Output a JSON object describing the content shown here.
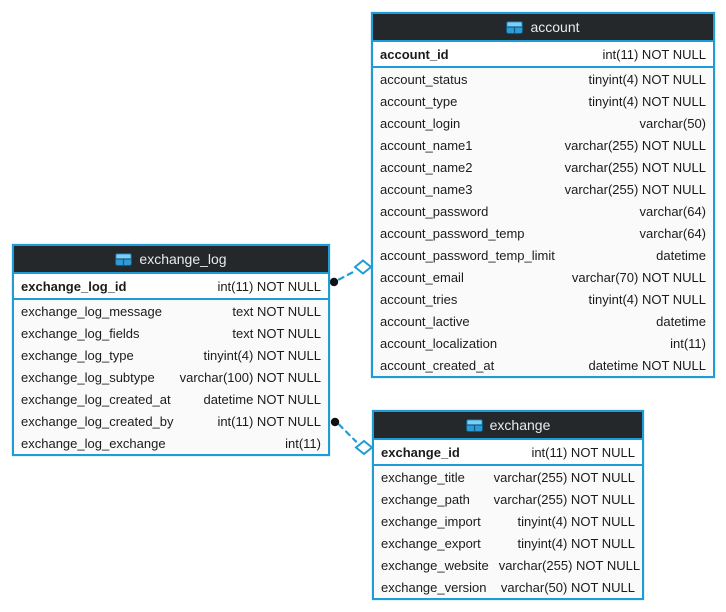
{
  "diagram_type": "database-er-diagram",
  "colors": {
    "accent_blue": "#1e9cd8",
    "header_bg": "#24282b",
    "header_text": "#e9ebec",
    "row_bg": "#fafafa",
    "pk_row_bg": "#ffffff",
    "text": "#1b1b1b",
    "connector_dot": "#111111",
    "canvas_bg": "#ffffff",
    "icon_blue": "#2e9bd6",
    "icon_dark_blue": "#0e5c86",
    "icon_light_blue": "#7ecef2"
  },
  "icons": {
    "table_icon": "table-grid-icon"
  },
  "tables": [
    {
      "title": "account",
      "pk": {
        "name": "account_id",
        "type": "int(11) NOT NULL"
      },
      "columns": [
        {
          "name": "account_status",
          "type": "tinyint(4) NOT NULL"
        },
        {
          "name": "account_type",
          "type": "tinyint(4) NOT NULL"
        },
        {
          "name": "account_login",
          "type": "varchar(50)"
        },
        {
          "name": "account_name1",
          "type": "varchar(255) NOT NULL"
        },
        {
          "name": "account_name2",
          "type": "varchar(255) NOT NULL"
        },
        {
          "name": "account_name3",
          "type": "varchar(255) NOT NULL"
        },
        {
          "name": "account_password",
          "type": "varchar(64)"
        },
        {
          "name": "account_password_temp",
          "type": "varchar(64)"
        },
        {
          "name": "account_password_temp_limit",
          "type": "datetime"
        },
        {
          "name": "account_email",
          "type": "varchar(70) NOT NULL"
        },
        {
          "name": "account_tries",
          "type": "tinyint(4) NOT NULL"
        },
        {
          "name": "account_lactive",
          "type": "datetime"
        },
        {
          "name": "account_localization",
          "type": "int(11)"
        },
        {
          "name": "account_created_at",
          "type": "datetime NOT NULL"
        }
      ]
    },
    {
      "title": "exchange_log",
      "pk": {
        "name": "exchange_log_id",
        "type": "int(11) NOT NULL"
      },
      "columns": [
        {
          "name": "exchange_log_message",
          "type": "text NOT NULL"
        },
        {
          "name": "exchange_log_fields",
          "type": "text NOT NULL"
        },
        {
          "name": "exchange_log_type",
          "type": "tinyint(4) NOT NULL"
        },
        {
          "name": "exchange_log_subtype",
          "type": "varchar(100) NOT NULL"
        },
        {
          "name": "exchange_log_created_at",
          "type": "datetime NOT NULL"
        },
        {
          "name": "exchange_log_created_by",
          "type": "int(11) NOT NULL"
        },
        {
          "name": "exchange_log_exchange",
          "type": "int(11)"
        }
      ]
    },
    {
      "title": "exchange",
      "pk": {
        "name": "exchange_id",
        "type": "int(11) NOT NULL"
      },
      "columns": [
        {
          "name": "exchange_title",
          "type": "varchar(255) NOT NULL"
        },
        {
          "name": "exchange_path",
          "type": "varchar(255) NOT NULL"
        },
        {
          "name": "exchange_import",
          "type": "tinyint(4) NOT NULL"
        },
        {
          "name": "exchange_export",
          "type": "tinyint(4) NOT NULL"
        },
        {
          "name": "exchange_website",
          "type": "varchar(255) NOT NULL"
        },
        {
          "name": "exchange_version",
          "type": "varchar(50) NOT NULL"
        }
      ]
    }
  ],
  "relations": [
    {
      "from_table": "exchange_log",
      "to_table": "account",
      "line_style": "dashed",
      "start_marker": "filled-circle",
      "end_marker": "open-diamond"
    },
    {
      "from_table": "exchange_log",
      "to_table": "exchange",
      "line_style": "dashed",
      "start_marker": "filled-circle",
      "end_marker": "open-diamond"
    }
  ]
}
